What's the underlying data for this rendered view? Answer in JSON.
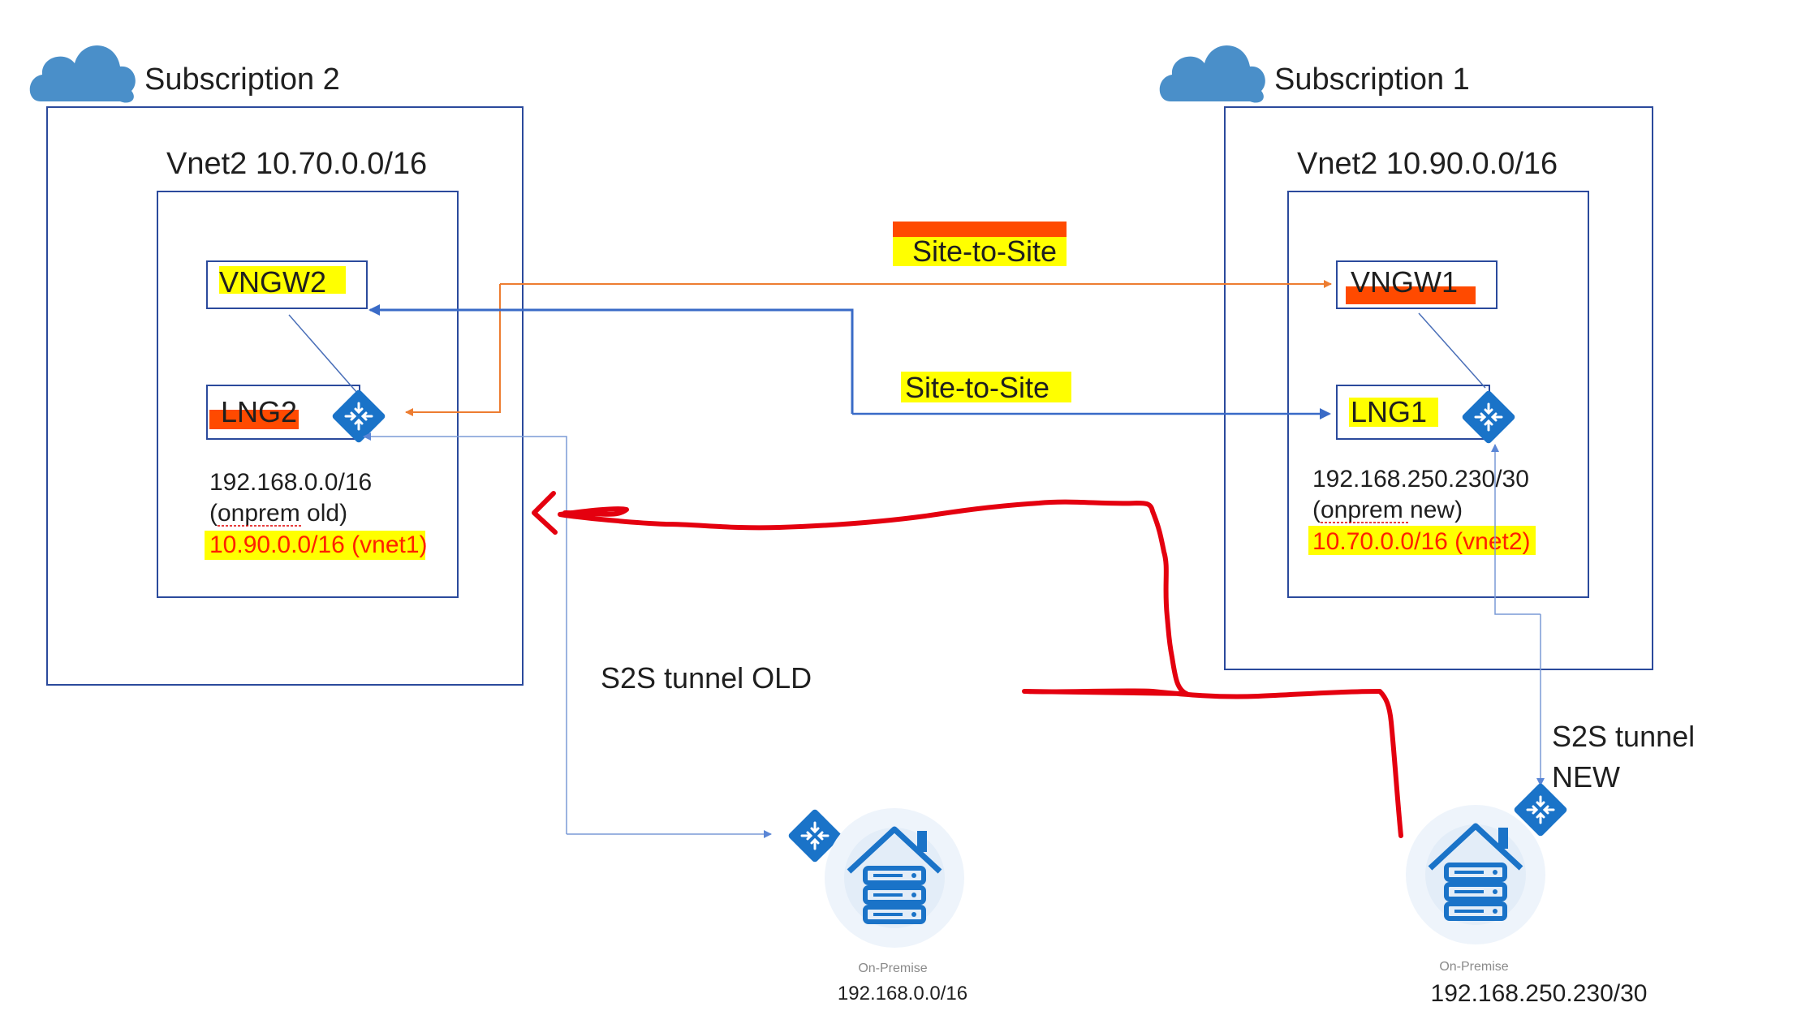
{
  "left": {
    "subscription": "Subscription 2",
    "vnet": "Vnet2 10.70.0.0/16",
    "gateway": "VNGW2",
    "lng": "LNG2",
    "lng_prefix_1": "192.168.0.0/16",
    "lng_prefix_1_note": "(onprem old)",
    "lng_prefix_2": "10.90.0.0/16 (vnet1)"
  },
  "right": {
    "subscription": "Subscription 1",
    "vnet": "Vnet2 10.90.0.0/16",
    "gateway": "VNGW1",
    "lng": "LNG1",
    "lng_prefix_1": "192.168.250.230/30",
    "lng_prefix_1_note": "(onprem new)",
    "lng_prefix_2": "10.70.0.0/16 (vnet2)"
  },
  "connections": {
    "top_label": "Site-to-Site",
    "bottom_label": "Site-to-Site",
    "old_tunnel": "S2S tunnel OLD",
    "new_tunnel_line1": "S2S tunnel",
    "new_tunnel_line2": "NEW"
  },
  "onprem_old": {
    "caption": "On-Premise",
    "address": "192.168.0.0/16"
  },
  "onprem_new": {
    "caption": "On-Premise",
    "address": "192.168.250.230/30"
  },
  "colors": {
    "box_border": "#2b4a9c",
    "blue_line": "#3a6bc7",
    "orange_line": "#ed7d31",
    "highlight_yellow": "#ffff00",
    "highlight_orange": "#ff4a00",
    "annotation_red": "#e4000f",
    "cloud": "#4a8fc9",
    "router": "#1a73c8"
  },
  "icons": [
    "cloud-icon",
    "router-icon",
    "on-premise-house-icon"
  ]
}
